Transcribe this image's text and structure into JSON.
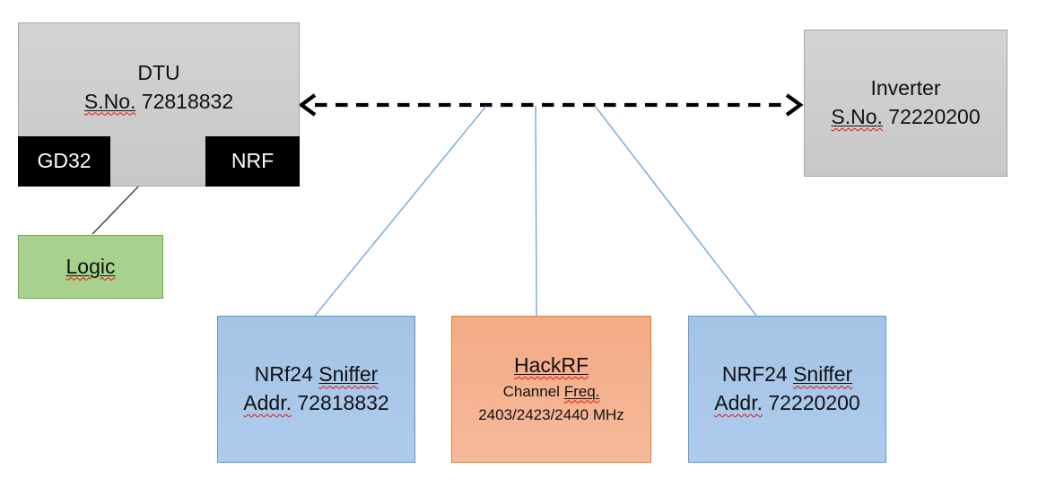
{
  "colors": {
    "gray_fill": "#CCCCCC",
    "gray_border": "#A6A6A6",
    "black_fill": "#000000",
    "green_fill": "#A9D18E",
    "green_border": "#70AD47",
    "blue_fill": "#A8C7E9",
    "blue_border": "#5B9BD5",
    "orange_fill": "#F5B28F",
    "orange_border": "#ED7D31",
    "connector_blue": "#6AA1D8",
    "arrow_black": "#000000",
    "squiggle_red": "#E8110B"
  },
  "boxes": {
    "dtu": {
      "title": "DTU",
      "serial_label": "S.No.",
      "serial_number": "72818832"
    },
    "gd32": {
      "label": "GD32"
    },
    "nrf": {
      "label": "NRF"
    },
    "logic": {
      "label": "Logic"
    },
    "inverter": {
      "title": "Inverter",
      "serial_label": "S.No.",
      "serial_number": "72220200"
    },
    "sniffer_left": {
      "name": "NRf24",
      "name_flagged": "Sniffer",
      "addr_label": "Addr.",
      "addr_number": "72818832"
    },
    "hackrf": {
      "title": "HackRF",
      "freq_label": "Channel",
      "freq_flagged": "Freq.",
      "frequencies": "2403/2423/2440 MHz"
    },
    "sniffer_right": {
      "name": "NRF24",
      "name_flagged": "Sniffer",
      "addr_label": "Addr.",
      "addr_number": "72220200"
    }
  }
}
